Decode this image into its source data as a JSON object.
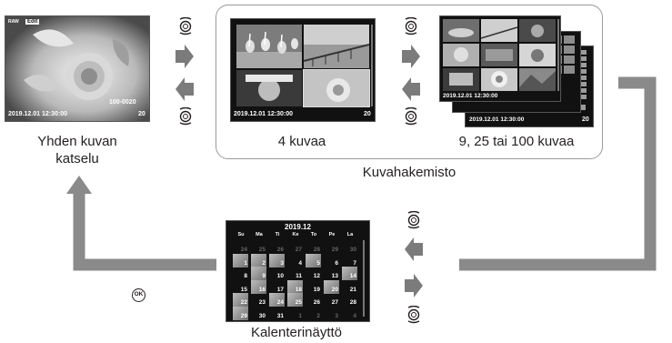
{
  "labels": {
    "single": [
      "Yhden kuvan",
      "katselu"
    ],
    "four": "4 kuvaa",
    "multi": "9, 25 tai 100 kuvaa",
    "index": "Kuvahakemisto",
    "calendar": "Kalenterinäyttö"
  },
  "single_screen": {
    "mode": "RAW",
    "badge": "Edit",
    "timestamp": "2019.12.01 12:30:00",
    "counter": "100-0020",
    "frame": "20"
  },
  "four_screen": {
    "timestamp": "2019.12.01 12:30:00",
    "frame": "20"
  },
  "multi_screen": {
    "timestamp": "2019.12.01 12:30:00",
    "back_timestamp": "2019.12.01 12:30:00",
    "frame": "20"
  },
  "calendar": {
    "title": "2019.12",
    "weekdays": [
      "Su",
      "Ma",
      "Ti",
      "Ke",
      "To",
      "Pe",
      "La"
    ],
    "days": [
      {
        "d": "24",
        "dim": true
      },
      {
        "d": "25",
        "dim": true
      },
      {
        "d": "26",
        "dim": true
      },
      {
        "d": "27",
        "dim": true
      },
      {
        "d": "28",
        "dim": true
      },
      {
        "d": "29",
        "dim": true
      },
      {
        "d": "30",
        "dim": true
      },
      {
        "d": "1",
        "photo": true
      },
      {
        "d": "2",
        "photo": true
      },
      {
        "d": "3",
        "photo": true
      },
      {
        "d": "4"
      },
      {
        "d": "5",
        "photo": true
      },
      {
        "d": "6"
      },
      {
        "d": "7"
      },
      {
        "d": "8"
      },
      {
        "d": "9",
        "photo": true
      },
      {
        "d": "10"
      },
      {
        "d": "11"
      },
      {
        "d": "12"
      },
      {
        "d": "13"
      },
      {
        "d": "14",
        "photo": true
      },
      {
        "d": "15"
      },
      {
        "d": "16",
        "photo": true
      },
      {
        "d": "17"
      },
      {
        "d": "18",
        "photo": true
      },
      {
        "d": "19"
      },
      {
        "d": "20",
        "photo": true
      },
      {
        "d": "21"
      },
      {
        "d": "22",
        "photo": true
      },
      {
        "d": "23"
      },
      {
        "d": "24",
        "photo": true
      },
      {
        "d": "25",
        "photo": true
      },
      {
        "d": "26"
      },
      {
        "d": "27"
      },
      {
        "d": "28"
      },
      {
        "d": "29",
        "photo": true
      },
      {
        "d": "30"
      },
      {
        "d": "31"
      },
      {
        "d": "1",
        "dim": true
      },
      {
        "d": "2",
        "dim": true
      },
      {
        "d": "3",
        "dim": true
      },
      {
        "d": "4",
        "dim": true
      }
    ]
  },
  "controls": {
    "dial": "rear-dial-icon",
    "ok": "OK"
  },
  "colors": {
    "arrow": "#7b7b7b",
    "flow_line": "#8a8a8a",
    "screen": "#111111",
    "box_border": "#9a9a9a"
  }
}
